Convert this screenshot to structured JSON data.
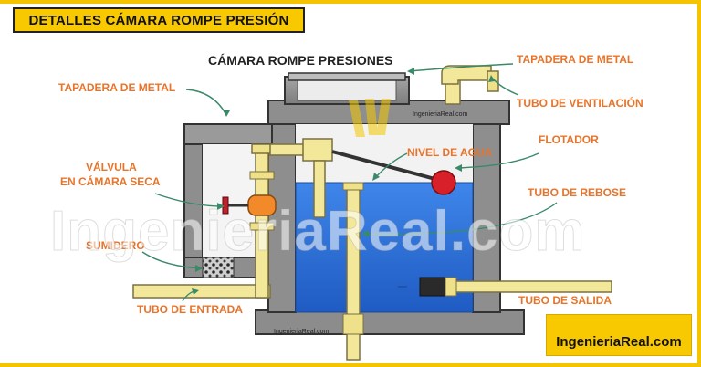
{
  "header": {
    "title": "DETALLES CÁMARA ROMPE PRESIÓN"
  },
  "diagram": {
    "main_title": "CÁMARA ROMPE PRESIONES",
    "labels": {
      "tapadera_right": "TAPADERA DE METAL",
      "tapadera_left": "TAPADERA DE METAL",
      "tubo_ventilacion": "TUBO DE VENTILACIÓN",
      "nivel_agua": "NIVEL DE AGUA",
      "flotador": "FLOTADOR",
      "valvula_line1": "VÁLVULA",
      "valvula_line2": "EN CÁMARA SECA",
      "tubo_rebose": "TUBO DE REBOSE",
      "sumidero": "SUMIDERO",
      "tubo_salida": "TUBO DE SALIDA",
      "tubo_entrada": "TUBO DE ENTRADA"
    },
    "watermark": "IngenieriaReal.com",
    "small_marks": [
      "IngenieriaReal.com",
      "IngenieriaReal.com"
    ],
    "logo_text": "IngenieriaReal.com",
    "colors": {
      "water": "#2a6fd6",
      "concrete": "#8e8e8e",
      "concrete_dark": "#5a5a5a",
      "pipe": "#f3e89a",
      "pipe_outline": "#7a7040",
      "float": "#d8202a",
      "label": "#e8742a",
      "brand_yellow": "#f8c800"
    }
  }
}
